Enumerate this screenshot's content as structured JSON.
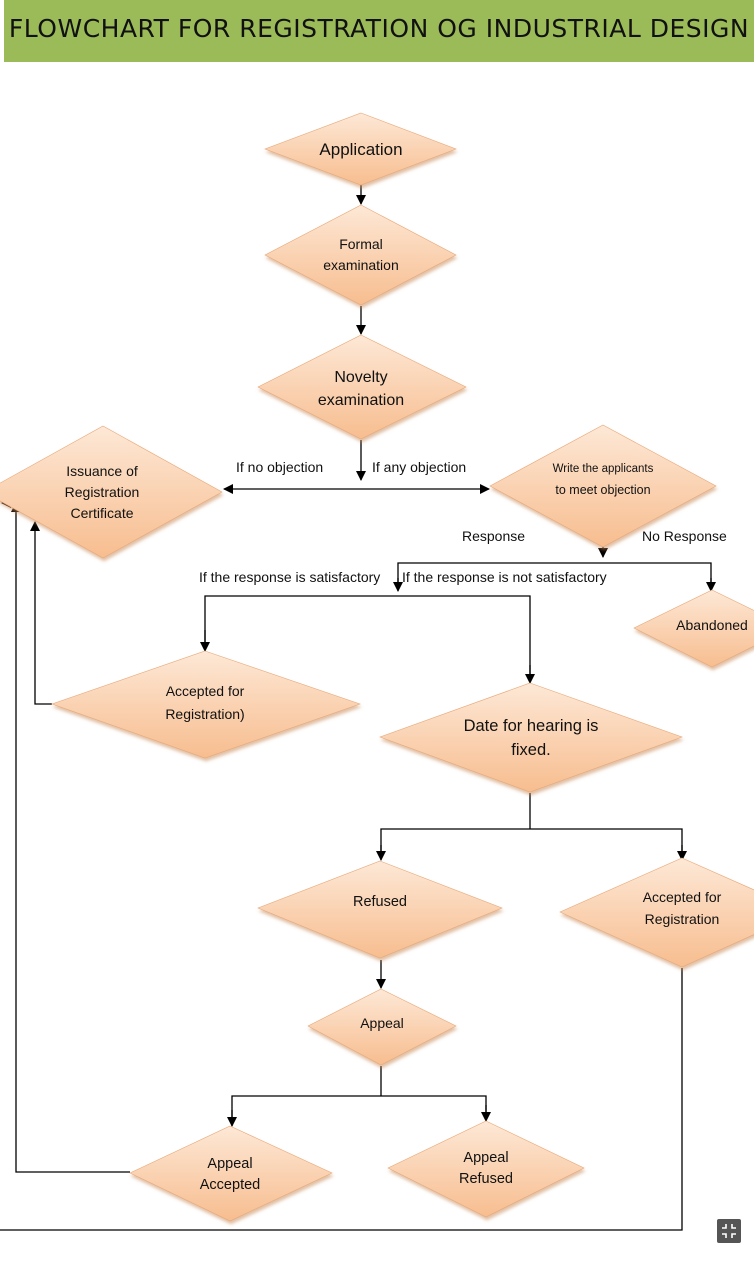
{
  "title": "FLOWCHART FOR REGISTRATION OG INDUSTRIAL DESIGN",
  "colors": {
    "header_bg": "#9bbb59",
    "node_fill_light": "#fde3cc",
    "node_fill_dark": "#f6b98a",
    "line": "#000000"
  },
  "nodes": {
    "application": [
      "Application"
    ],
    "formal_examination": [
      "Formal",
      "examination"
    ],
    "novelty_examination": [
      "Novelty",
      "examination"
    ],
    "issuance_certificate": [
      "Issuance of",
      "Registration",
      "Certificate"
    ],
    "write_applicants": [
      "Write the applicants",
      "to meet objection"
    ],
    "abandoned": [
      "Abandoned"
    ],
    "accepted_left": [
      "Accepted for",
      "Registration)"
    ],
    "date_hearing": [
      "Date for hearing is",
      "fixed."
    ],
    "refused": [
      "Refused"
    ],
    "accepted_right": [
      "Accepted for",
      "Registration"
    ],
    "appeal": [
      "Appeal"
    ],
    "appeal_accepted": [
      "Appeal",
      "Accepted"
    ],
    "appeal_refused": [
      "Appeal",
      "Refused"
    ]
  },
  "edge_labels": {
    "no_objection": "If no objection",
    "any_objection": "If any objection",
    "response": "Response",
    "no_response": "No Response",
    "satisfactory": "If the response is satisfactory",
    "not_satisfactory": "If the response is not satisfactory"
  },
  "controls": {
    "fullscreen_icon": "collapse-icon"
  }
}
